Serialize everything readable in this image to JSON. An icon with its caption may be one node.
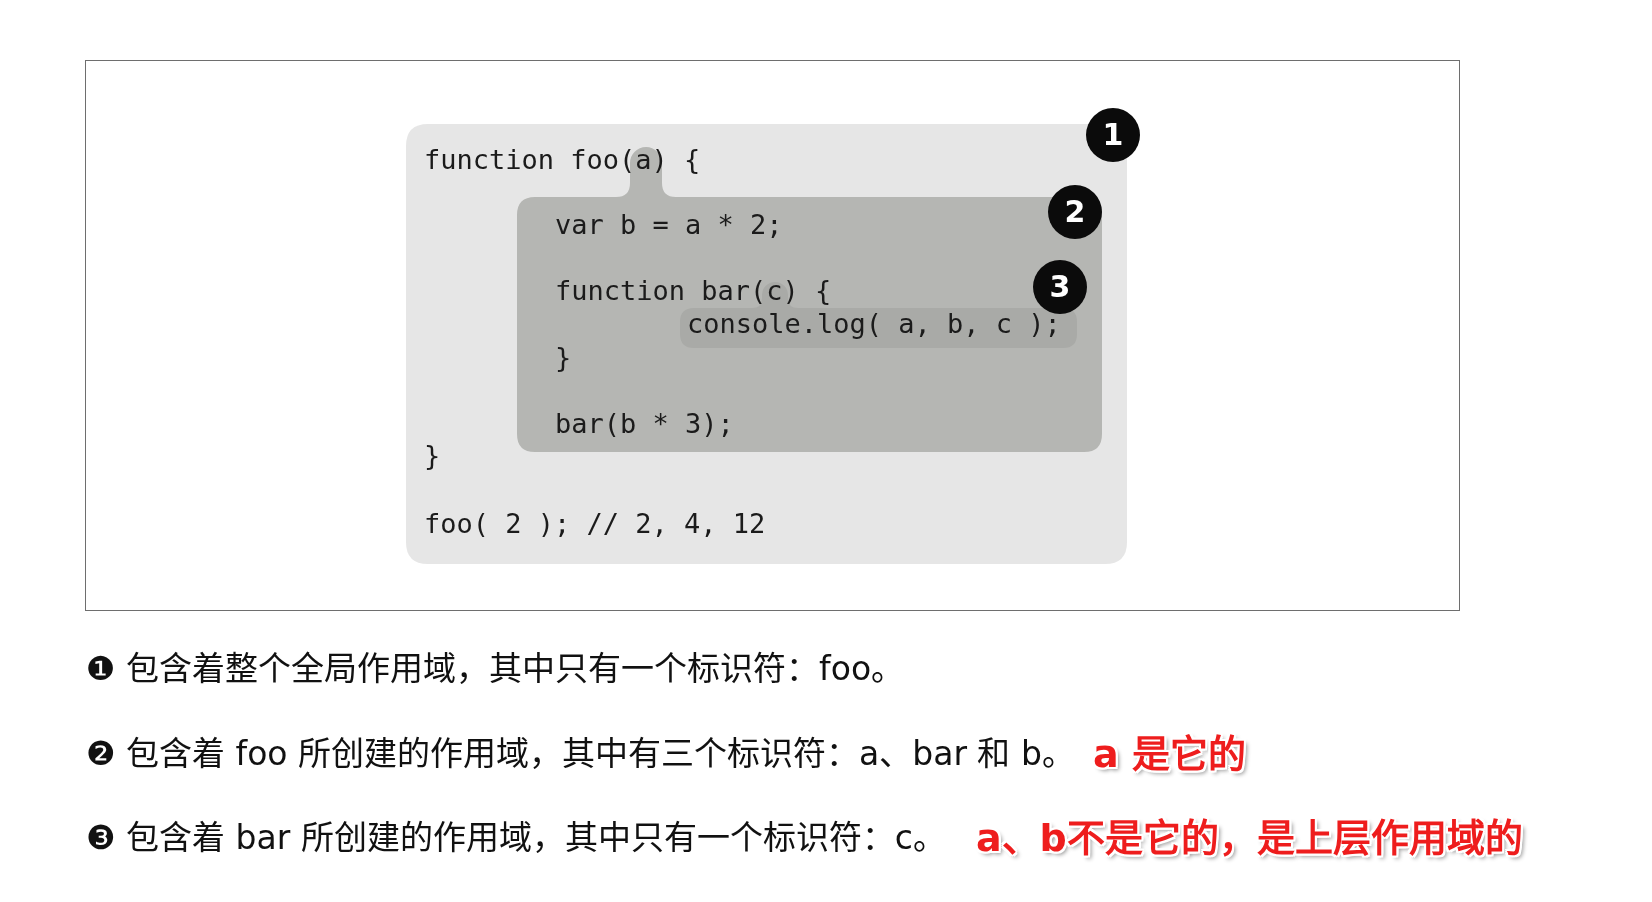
{
  "diagram": {
    "nodes": [
      {
        "text": [
          "function foo(a) {",
          "}",
          "foo( 2 ); // 2, 4, 12"
        ],
        "beside": [
          "1"
        ]
      },
      {
        "text": [
          "var b = a * 2;",
          "function bar(c) {",
          "}",
          "bar(b * 3);"
        ],
        "in": 0,
        "beside": [
          "2"
        ]
      },
      {
        "text": [
          "console.log( a, b, c );"
        ],
        "in": 1,
        "beside": [
          "3"
        ]
      }
    ],
    "labels": [
      "❶ 包含着整个全局作用域，其中只有一个标识符：foo。",
      "❷ 包含着 foo 所创建的作用域，其中有三个标识符：a、bar 和 b。",
      "a 是它的",
      "❸ 包含着 bar 所创建的作用域，其中只有一个标识符：c。",
      "a、b不是它的，是上层作用域的"
    ]
  }
}
